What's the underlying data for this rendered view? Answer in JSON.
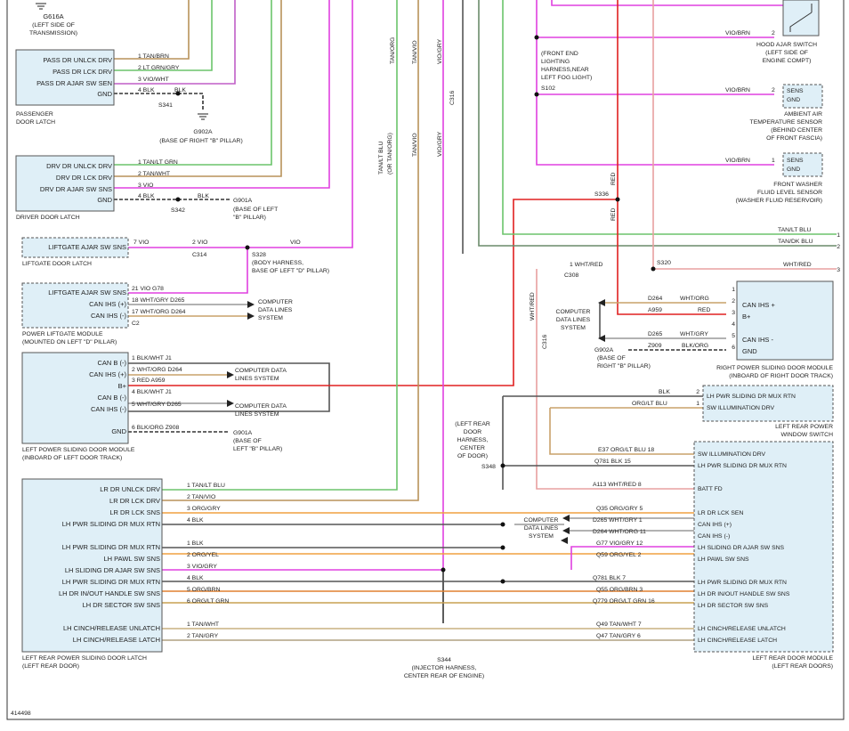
{
  "figure_id": "414498",
  "labels": {
    "g616a": "G616A",
    "g616a_loc1": "(LEFT SIDE OF",
    "g616a_loc2": "TRANSMISSION)",
    "s341": "S341",
    "s342": "S342",
    "g902a": "G902A",
    "g902a_loc": "(BASE OF RIGHT \"B\" PILLAR)",
    "g902a_base1": "(BASE OF",
    "g902a_base2": "RIGHT \"B\" PILLAR)",
    "g901a": "G901A",
    "g901a_loc1": "(BASE OF LEFT",
    "g901a_loc2": "\"B\" PILLAR)",
    "g901a_loc1b": "(BASE OF",
    "g901a_loc2b": "LEFT \"B\" PILLAR)",
    "c314": "C314",
    "c308": "C308",
    "s328": "S328",
    "s328_loc1": "(BODY HARNESS,",
    "s328_loc2": "BASE OF LEFT \"D\" PILLAR)",
    "cdl_1": "COMPUTER",
    "cdl_2": "DATA LINES",
    "cdl_3": "SYSTEM",
    "cdl_a1": "COMPUTER DATA",
    "cdl_a2": "LINES SYSTEM",
    "lrd_h1": "(LEFT REAR",
    "lrd_h2": "DOOR",
    "lrd_h3": "HARNESS,",
    "lrd_h4": "CENTER",
    "lrd_h5": "OF DOOR)",
    "s348": "S348",
    "s344": "S344",
    "s344_loc1": "(INJECTOR HARNESS,",
    "s344_loc2": "CENTER REAR OF ENGINE)",
    "fe_1": "(FRONT END",
    "fe_2": "LIGHTING",
    "fe_3": "HARNESS,NEAR",
    "fe_4": "LEFT FOG LIGHT)",
    "s102": "S102",
    "s336": "S336",
    "s320": "S320",
    "red": "RED"
  },
  "passenger_latch": {
    "pins": [
      "PASS DR UNLCK DRV",
      "PASS DR LCK DRV",
      "PASS DR AJAR SW SEN",
      "GND"
    ],
    "wires": [
      "1   TAN/BRN",
      "2   LT GRN/GRY",
      "3   VIO/WHT",
      "4   BLK",
      "BLK"
    ],
    "title1": "PASSENGER",
    "title2": "DOOR LATCH"
  },
  "driver_latch": {
    "pins": [
      "DRV DR UNLCK DRV",
      "DRV DR LCK DRV",
      "DRV DR AJAR SW SNS",
      "GND"
    ],
    "wires": [
      "1   TAN/LT GRN",
      "2   TAN/WHT",
      "3   VIO",
      "4   BLK",
      "BLK"
    ],
    "title": "DRIVER DOOR LATCH"
  },
  "liftgate_latch": {
    "pin": "LIFTGATE AJAR SW SNS",
    "wire": "7   VIO",
    "wire2": "2   VIO",
    "wire3": "VIO",
    "title": "LIFTGATE DOOR LATCH"
  },
  "liftgate_module": {
    "pins": [
      "LIFTGATE AJAR SW SNS",
      "CAN IHS (+)",
      "CAN IHS (-)"
    ],
    "wires": [
      "21   VIO          G78",
      "18   WHT/GRY    D265",
      "17   WHT/ORG    D264"
    ],
    "conn": "C2",
    "title1": "POWER LIFTGATE MODULE",
    "title2": "(MOUNTED ON LEFT \"D\" PILLAR)"
  },
  "left_sliding": {
    "pins": [
      "CAN B (-)",
      "CAN IHS (+)",
      "B+",
      "CAN B (-)",
      "CAN IHS (-)",
      "GND"
    ],
    "wires": [
      "1   BLK/WHT    J1",
      "2   WHT/ORG    D264",
      "3   RED          A959",
      "4   BLK/WHT    J1",
      "5   WHT/GRY    D265",
      "6   BLK/ORG    Z908"
    ],
    "title1": "LEFT POWER SLIDING DOOR MODULE",
    "title2": "(INBOARD OF LEFT DOOR TRACK)"
  },
  "rear_latch": {
    "pins": [
      "LR DR UNLCK DRV",
      "LR DR LCK DRV",
      "LR DR LCK SNS",
      "LH PWR SLIDING DR MUX RTN",
      "LH PWR SLIDING DR MUX RTN",
      "LH PAWL SW SNS",
      "LH SLIDING DR AJAR SW SNS",
      "LH PWR SLIDING DR MUX RTN",
      "LH DR IN/OUT HANDLE SW SNS",
      "LH DR SECTOR SW SNS",
      "LH CINCH/RELEASE UNLATCH",
      "LH CINCH/RELEASE LATCH"
    ],
    "wires": [
      "1   TAN/LT BLU",
      "2   TAN/VIO",
      "3   ORG/GRY",
      "4   BLK",
      "1   BLK",
      "2   ORG/YEL",
      "3   VIO/GRY",
      "4   BLK",
      "5   ORG/BRN",
      "6   ORG/LT GRN",
      "1   TAN/WHT",
      "2   TAN/GRY"
    ],
    "title1": "LEFT REAR POWER SLIDING DOOR LATCH",
    "title2": "(LEFT REAR DOOR)"
  },
  "harness": {
    "v1": "TAN/ORG",
    "v2": "TAN/VIO",
    "v3": "VIO/GRY",
    "v4": "TAN/LT BLU",
    "v4b": "(OR TAN/ORG)",
    "v5": "TAN/VIO",
    "v6": "VIO/GRY",
    "c316a": "C316",
    "c316b": "C316"
  },
  "right_top": {
    "w_hood": "VIO/BRN",
    "w_amb": "VIO/BRN",
    "p1": "1",
    "p2": "2",
    "sens": "SENS",
    "gnd": "GND",
    "hood1": "HOOD AJAR SWITCH",
    "hood2": "(LEFT SIDE OF",
    "hood3": "ENGINE COMPT)",
    "amb1": "AMBIENT AIR",
    "amb2": "TEMPERATURE SENSOR",
    "amb3": "(BEHIND CENTER",
    "amb4": "OF FRONT FASCIA)",
    "wash1": "FRONT WASHER",
    "wash2": "FLUID LEVEL SENSOR",
    "wash3": "(WASHER FLUID RESERVOIR)",
    "tan_ltblu": "TAN/LT BLU",
    "tan_dkblu": "TAN/DK BLU",
    "wht_red": "WHT/RED",
    "wht_red_l": "1  WHT/RED",
    "e1": "1",
    "e2": "2",
    "e3": "3"
  },
  "right_sliding": {
    "w0": "D264",
    "w0c": "WHT/ORG",
    "w1": "A959",
    "w1c": "RED",
    "w2": "D265",
    "w2c": "WHT/GRY",
    "w3": "Z909",
    "w3c": "BLK/ORG",
    "n1": "1",
    "n2": "2",
    "n3": "3",
    "n4": "4",
    "n5": "5",
    "n6": "6",
    "p0": "CAN IHS +",
    "p1": "B+",
    "p2": "CAN IHS -",
    "p3": "GND",
    "title1": "RIGHT POWER SLIDING DOOR MODULE",
    "title2": "(INBOARD OF RIGHT DOOR TRACK)"
  },
  "window_switch": {
    "w0": "BLK",
    "w1": "ORG/LT BLU",
    "n0": "2",
    "n1": "1",
    "p0": "LH PWR SLIDING DR MUX RTN",
    "p1": "SW ILLUMINATION DRV",
    "title1": "LEFT REAR POWER",
    "title2": "WINDOW SWITCH"
  },
  "door_module": {
    "pins": [
      "SW ILLUMINATION DRV",
      "LH PWR SLIDING DR MUX RTN",
      "BATT FD",
      "LR DR LCK SEN",
      "CAN IHS (+)",
      "CAN IHS (-)",
      "LH SLIDING DR AJAR SW SNS",
      "LH PAWL SW SNS",
      "LH PWR SLIDING DR MUX RTN",
      "LH DR IN/OUT HANDLE SW SNS",
      "LH DR SECTOR SW SNS",
      "LH CINCH/RELEASE UNLATCH",
      "LH CINCH/RELEASE LATCH"
    ],
    "rows": [
      "E37   ORG/LT BLU  18",
      "Q781        BLK  15",
      "A113    WHT/RED   8",
      "Q35     ORG/GRY   5",
      "D265   WHT/GRY   1",
      "D264   WHT/ORG  11",
      "G77    VIO/GRY  12",
      "Q59    ORG/YEL   2",
      "Q781        BLK   7",
      "Q55    ORG/BRN   3",
      "Q779  ORG/LT GRN 16",
      "Q49    TAN/WHT   7",
      "Q47    TAN/GRY   6"
    ],
    "title1": "LEFT REAR DOOR MODULE",
    "title2": "(LEFT REAR DOORS)"
  }
}
